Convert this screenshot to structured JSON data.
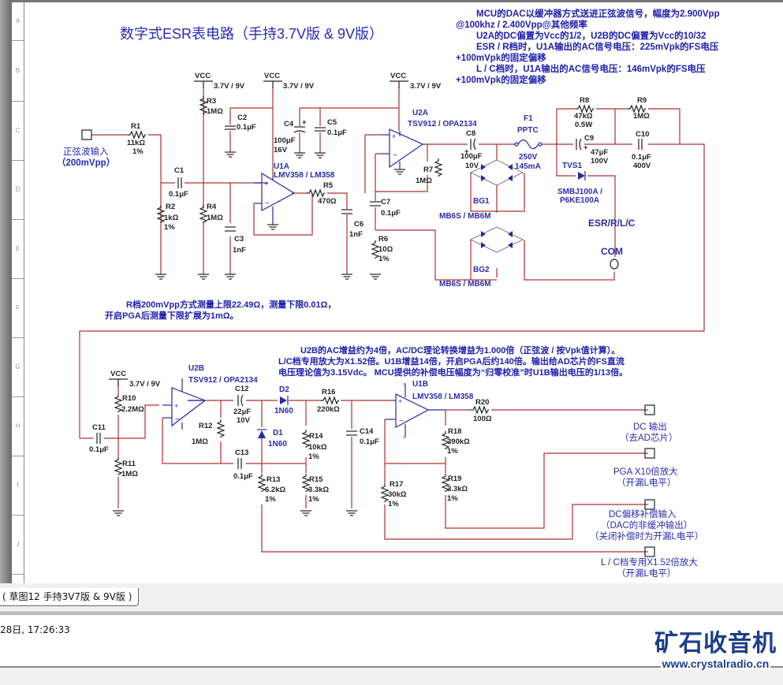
{
  "ruler": {
    "rows": [
      "A",
      "B",
      "C",
      "D",
      "E",
      "F",
      "G",
      "H",
      "I",
      "J"
    ]
  },
  "title": "数字式ESR表电路（手持3.7V版 & 9V版）",
  "notes": {
    "top": [
      "MCU的DAC以缓冲器方式送进正弦波信号，幅度为2.900Vpp",
      "@100khz / 2.400Vpp@其他频率",
      "U2A的DC偏置为Vcc的1/2，U2B的DC偏置为Vcc的10/32",
      "ESR / R档时，U1A输出的AC信号电压：225mVpk的FS电压",
      "+100mVpk的固定偏移",
      "L / C档时，U1A输出的AC信号电压：146mVpk的FS电压",
      "+100mVpk的固定偏移"
    ],
    "middle": [
      "R档200mVpp方式测量上限22.49Ω，测量下限0.01Ω，",
      "开启PGA后测量下限扩展为1mΩ。"
    ],
    "lower": [
      "U2B的AC增益约为4倍，AC/DC理论转换增益为1.000倍（正弦波 / 按Vpk值计算）。",
      "L/C档专用放大为X1.52倍。U1B增益14倍，开启PGA后约140倍。输出给AD芯片的FS直流",
      "电压理论值为3.15Vdc。 MCU提供的补偿电压幅度为“归零校准”时U1B输出电压的1/13倍。"
    ]
  },
  "power": {
    "vcc": "VCC",
    "supply": "3.7V / 9V"
  },
  "input": {
    "label": "正弦波输入",
    "level": "（200mVpp）"
  },
  "components": {
    "R1": {
      "ref": "R1",
      "value": "11kΩ",
      "tol": "1%"
    },
    "R2": {
      "ref": "R2",
      "value": "1kΩ",
      "tol": "1%"
    },
    "R3": {
      "ref": "R3",
      "value": "1MΩ"
    },
    "R4": {
      "ref": "R4",
      "value": "1MΩ"
    },
    "R5": {
      "ref": "R5",
      "value": "470Ω"
    },
    "R6": {
      "ref": "R6",
      "value": "10Ω",
      "tol": "1%"
    },
    "R7": {
      "ref": "R7",
      "value": "1MΩ"
    },
    "R8": {
      "ref": "R8",
      "value": "47kΩ",
      "power": "0.5W"
    },
    "R9": {
      "ref": "R9",
      "value": "1MΩ"
    },
    "R10": {
      "ref": "R10",
      "value": "2.2MΩ"
    },
    "R11": {
      "ref": "R11",
      "value": "1MΩ"
    },
    "R12": {
      "ref": "R12",
      "value": "1MΩ"
    },
    "R13": {
      "ref": "R13",
      "value": "6.2kΩ",
      "tol": "1%"
    },
    "R14": {
      "ref": "R14",
      "value": "10kΩ",
      "tol": "1%"
    },
    "R15": {
      "ref": "R15",
      "value": "3.3kΩ",
      "tol": "1%"
    },
    "R16": {
      "ref": "R16",
      "value": "220kΩ"
    },
    "R17": {
      "ref": "R17",
      "value": "30kΩ",
      "tol": "1%"
    },
    "R18": {
      "ref": "R18",
      "value": "390kΩ",
      "tol": "1%"
    },
    "R19": {
      "ref": "R19",
      "value": "3.3kΩ",
      "tol": "1%"
    },
    "R20": {
      "ref": "R20",
      "value": "100Ω"
    },
    "C1": {
      "ref": "C1",
      "value": "0.1μF"
    },
    "C2": {
      "ref": "C2",
      "value": "0.1μF"
    },
    "C3": {
      "ref": "C3",
      "value": "1nF"
    },
    "C4": {
      "ref": "C4",
      "value": "100μF",
      "voltage": "16V"
    },
    "C5": {
      "ref": "C5",
      "value": "0.1μF"
    },
    "C6": {
      "ref": "C6",
      "value": "1nF"
    },
    "C7": {
      "ref": "C7",
      "value": "0.1μF"
    },
    "C8": {
      "ref": "C8",
      "value": "100μF",
      "voltage": "10V"
    },
    "C9": {
      "ref": "C9",
      "value": "47μF",
      "voltage": "100V"
    },
    "C10": {
      "ref": "C10",
      "value": "0.1μF",
      "voltage": "400V"
    },
    "C11": {
      "ref": "C11",
      "value": "0.1μF"
    },
    "C12": {
      "ref": "C12",
      "value": "22μF",
      "voltage": "10V"
    },
    "C13": {
      "ref": "C13",
      "value": "0.1μF"
    },
    "C14": {
      "ref": "C14",
      "value": "0.1μF"
    },
    "U1A": {
      "ref": "U1A",
      "part": "LMV358 / LM358"
    },
    "U1B": {
      "ref": "U1B",
      "part": "LMV358 / LM358"
    },
    "U2A": {
      "ref": "U2A",
      "part": "TSV912 / OPA2134"
    },
    "U2B": {
      "ref": "U2B",
      "part": "TSV912 / OPA2134"
    },
    "F1": {
      "ref": "F1",
      "part": "PPTC",
      "voltage": "250V",
      "current": "145mA"
    },
    "TVS1": {
      "ref": "TVS1",
      "part1": "SMBJ100A /",
      "part2": "P6KE100A"
    },
    "BG1": {
      "ref": "BG1",
      "part": "MB6S / MB6M"
    },
    "BG2": {
      "ref": "BG2",
      "part": "MB6S / MB6M"
    },
    "D1": {
      "ref": "D1",
      "part": "1N60"
    },
    "D2": {
      "ref": "D2",
      "part": "1N60"
    }
  },
  "terminals": {
    "esr": "ESR/R/L/C",
    "com": "COM",
    "dc_out": [
      "DC 输出",
      "（去AD芯片）"
    ],
    "pga": [
      "PGA  X10倍放大",
      "（开漏L电平）"
    ],
    "offset": [
      "DC偏移补偿输入",
      "（DAC的非缓冲输出）",
      "（关闭补偿时为开漏L电平）"
    ],
    "lc": [
      "L / C档专用X1.52倍放大",
      "（开漏L电平）"
    ]
  },
  "tab": {
    "label": "( 草图12 手持3V7版 & 9V版 )"
  },
  "status": {
    "timestamp": "28日, 17:26:33"
  },
  "watermark": {
    "title": "矿石收音机",
    "url": "www.crystalradio.cn"
  },
  "colors": {
    "wire": "#b03030",
    "annotation": "#2020b0",
    "component": "#222222"
  }
}
